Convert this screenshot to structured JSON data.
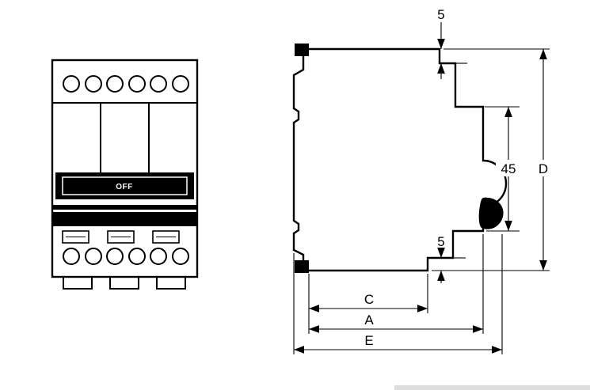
{
  "front_view": {
    "switch_label": "OFF"
  },
  "dimensions": {
    "top_step": "5",
    "handle_height": "45",
    "height": "D",
    "bottom_step": "5",
    "depth_c": "C",
    "depth_a": "A",
    "depth_e": "E"
  }
}
